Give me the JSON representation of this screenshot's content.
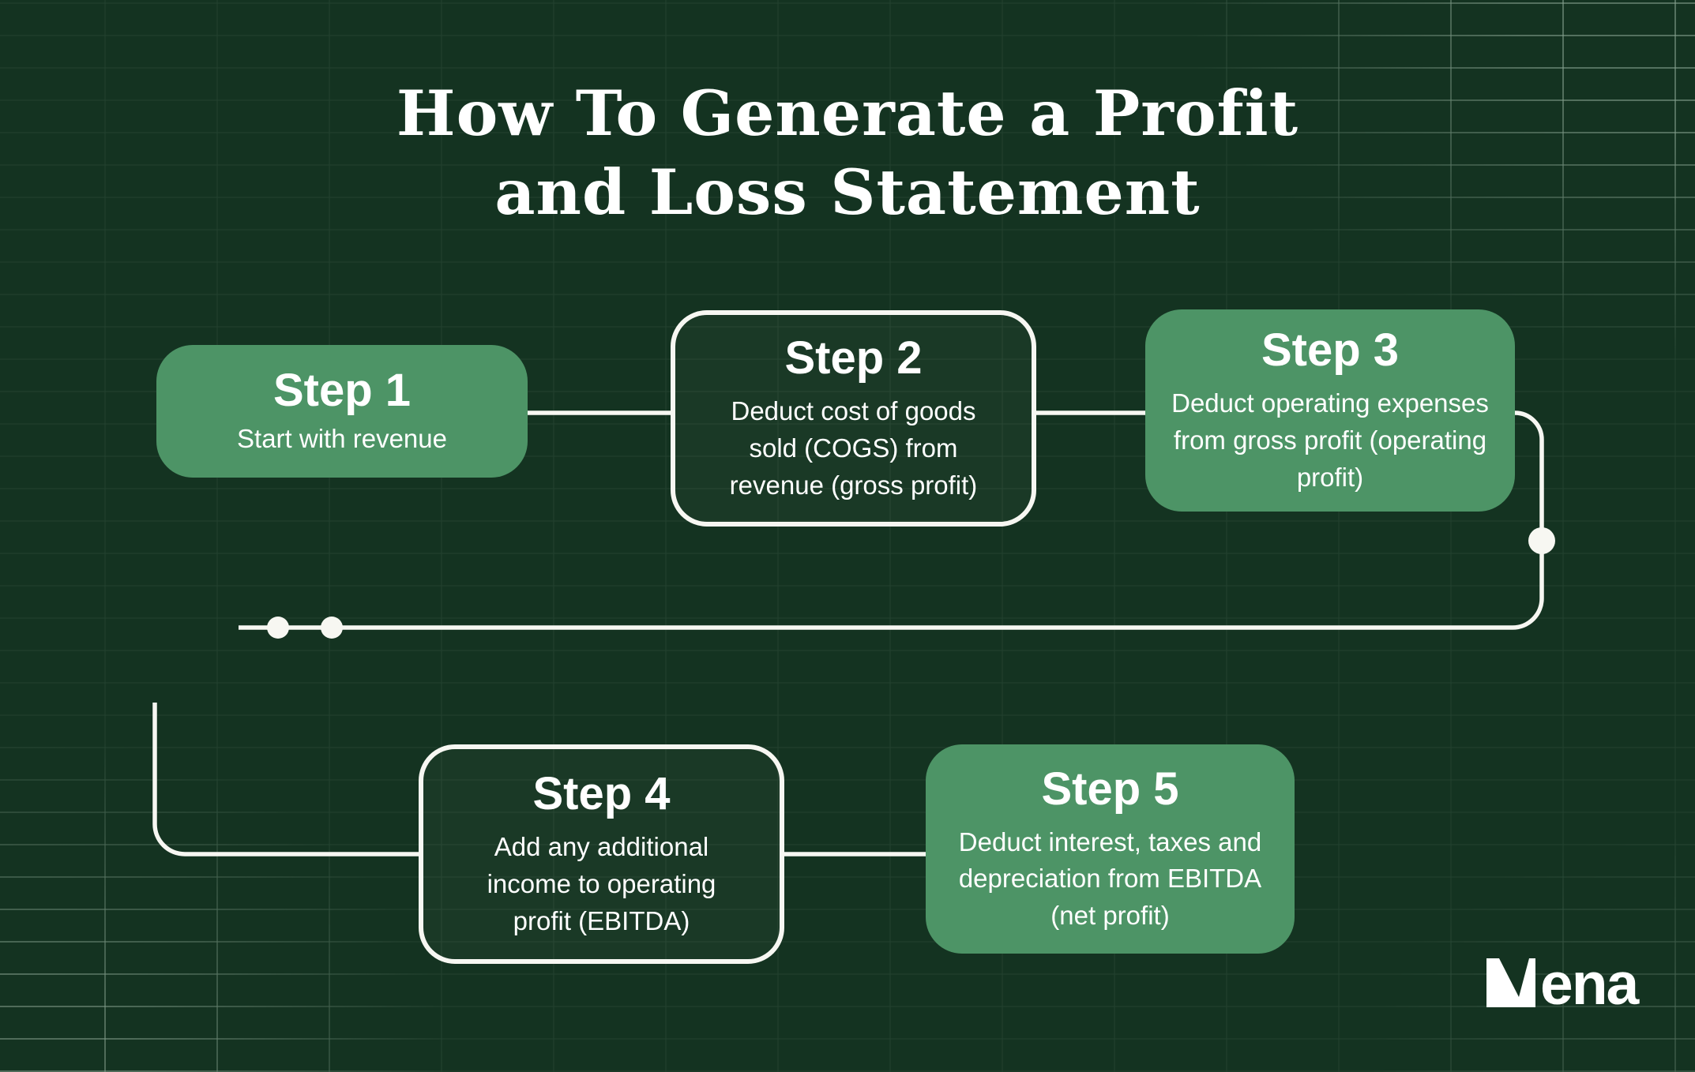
{
  "title": {
    "line1": "How To Generate a Profit",
    "line2": "and Loss Statement"
  },
  "steps": [
    {
      "label": "Step 1",
      "description": "Start with revenue",
      "variant": "filled"
    },
    {
      "label": "Step 2",
      "description": "Deduct cost of goods sold (COGS) from revenue (gross profit)",
      "variant": "outlined"
    },
    {
      "label": "Step 3",
      "description": "Deduct operating expenses from gross profit (operating profit)",
      "variant": "filled"
    },
    {
      "label": "Step 4",
      "description": "Add any additional income to operating profit (EBITDA)",
      "variant": "outlined"
    },
    {
      "label": "Step 5",
      "description": "Deduct interest, taxes and depreciation from EBITDA (net profit)",
      "variant": "filled"
    }
  ],
  "logo": {
    "brand": "Vena",
    "mark": "V",
    "wordmark_text": "ena"
  },
  "colors": {
    "background": "#143321",
    "box-filled": "#4d9466",
    "connector": "#f7f7f2",
    "text": "#ffffff"
  }
}
